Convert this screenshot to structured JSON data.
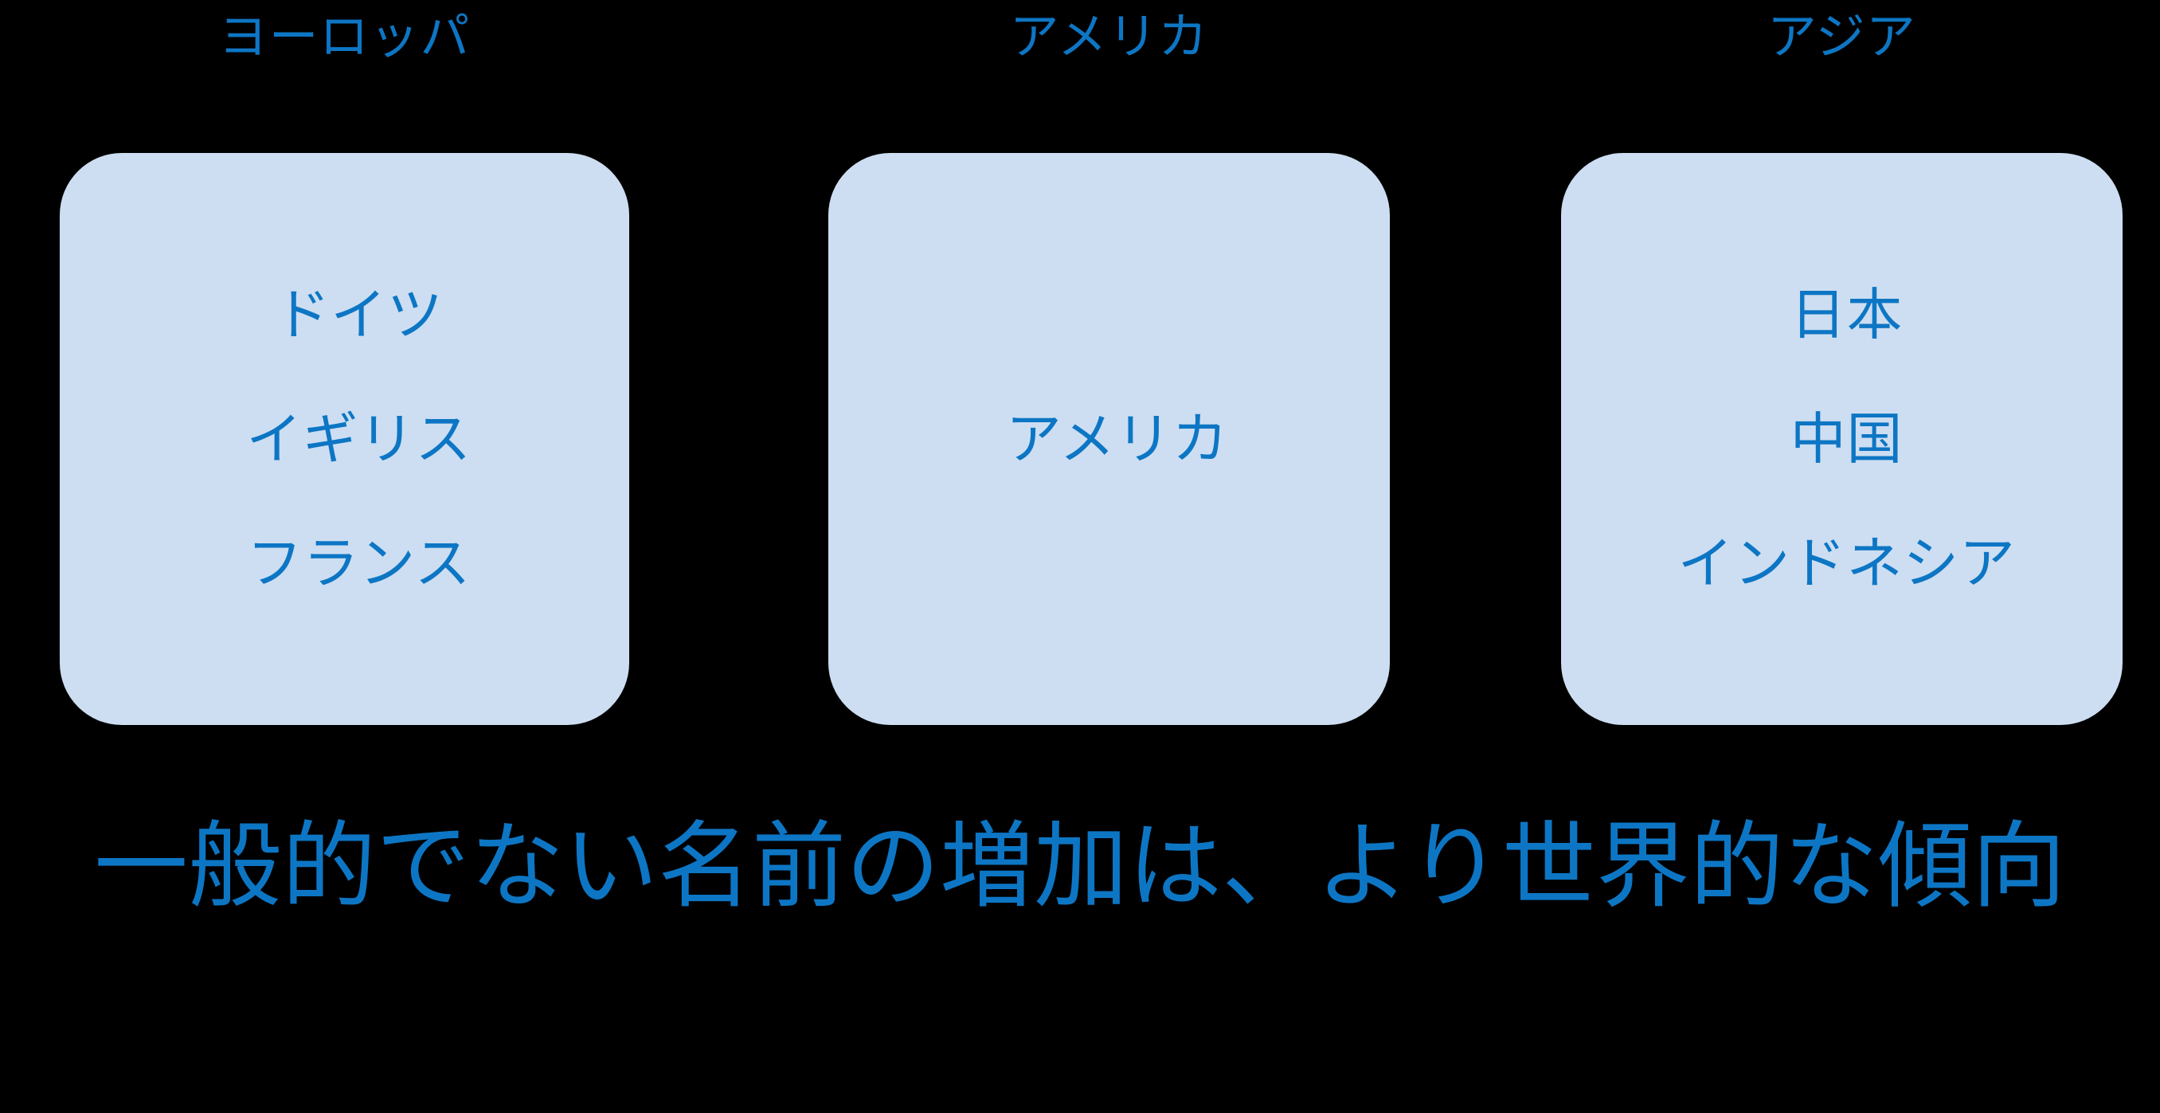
{
  "background_color": "#000000",
  "accent_color": "#0d76c4",
  "box_fill_color": "#cddef2",
  "groups": [
    {
      "id": "europe",
      "header": "ヨーロッパ",
      "items": [
        "ドイツ",
        "イギリス",
        "フランス"
      ]
    },
    {
      "id": "america",
      "header": "アメリカ",
      "items": [
        "アメリカ"
      ]
    },
    {
      "id": "asia",
      "header": "アジア",
      "items": [
        "日本",
        "中国",
        "インドネシア"
      ]
    }
  ],
  "caption": "一般的でない名前の増加は、より世界的な傾向"
}
